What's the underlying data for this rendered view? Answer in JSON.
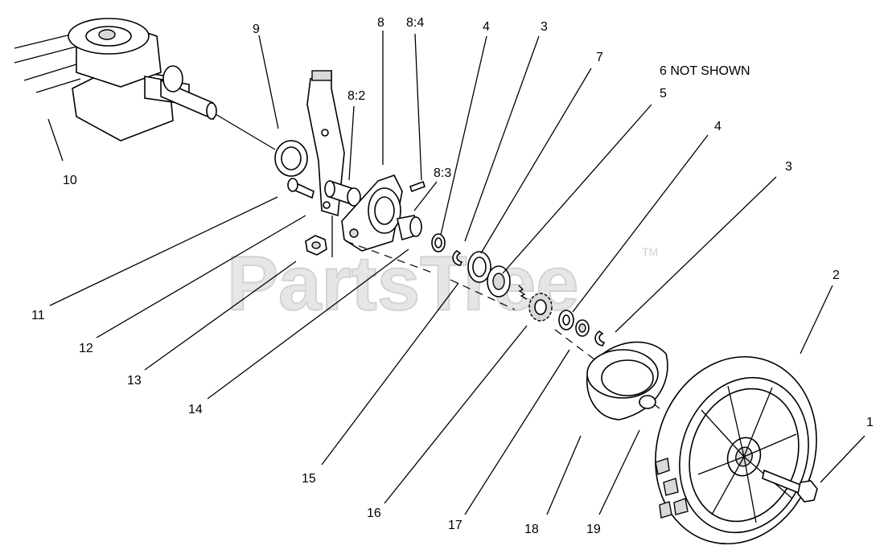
{
  "watermark": {
    "text": "PartsTree",
    "mark": "TM"
  },
  "note": "6 NOT SHOWN",
  "callouts": [
    {
      "id": "c1",
      "label": "1"
    },
    {
      "id": "c2",
      "label": "2"
    },
    {
      "id": "c3a",
      "label": "3"
    },
    {
      "id": "c3b",
      "label": "3"
    },
    {
      "id": "c4a",
      "label": "4"
    },
    {
      "id": "c4b",
      "label": "4"
    },
    {
      "id": "c5",
      "label": "5"
    },
    {
      "id": "c7",
      "label": "7"
    },
    {
      "id": "c8",
      "label": "8"
    },
    {
      "id": "c8_2",
      "label": "8:2"
    },
    {
      "id": "c8_3",
      "label": "8:3"
    },
    {
      "id": "c8_4",
      "label": "8:4"
    },
    {
      "id": "c9",
      "label": "9"
    },
    {
      "id": "c10",
      "label": "10"
    },
    {
      "id": "c11",
      "label": "11"
    },
    {
      "id": "c12",
      "label": "12"
    },
    {
      "id": "c13",
      "label": "13"
    },
    {
      "id": "c14",
      "label": "14"
    },
    {
      "id": "c15",
      "label": "15"
    },
    {
      "id": "c16",
      "label": "16"
    },
    {
      "id": "c17",
      "label": "17"
    },
    {
      "id": "c18",
      "label": "18"
    },
    {
      "id": "c19",
      "label": "19"
    }
  ]
}
